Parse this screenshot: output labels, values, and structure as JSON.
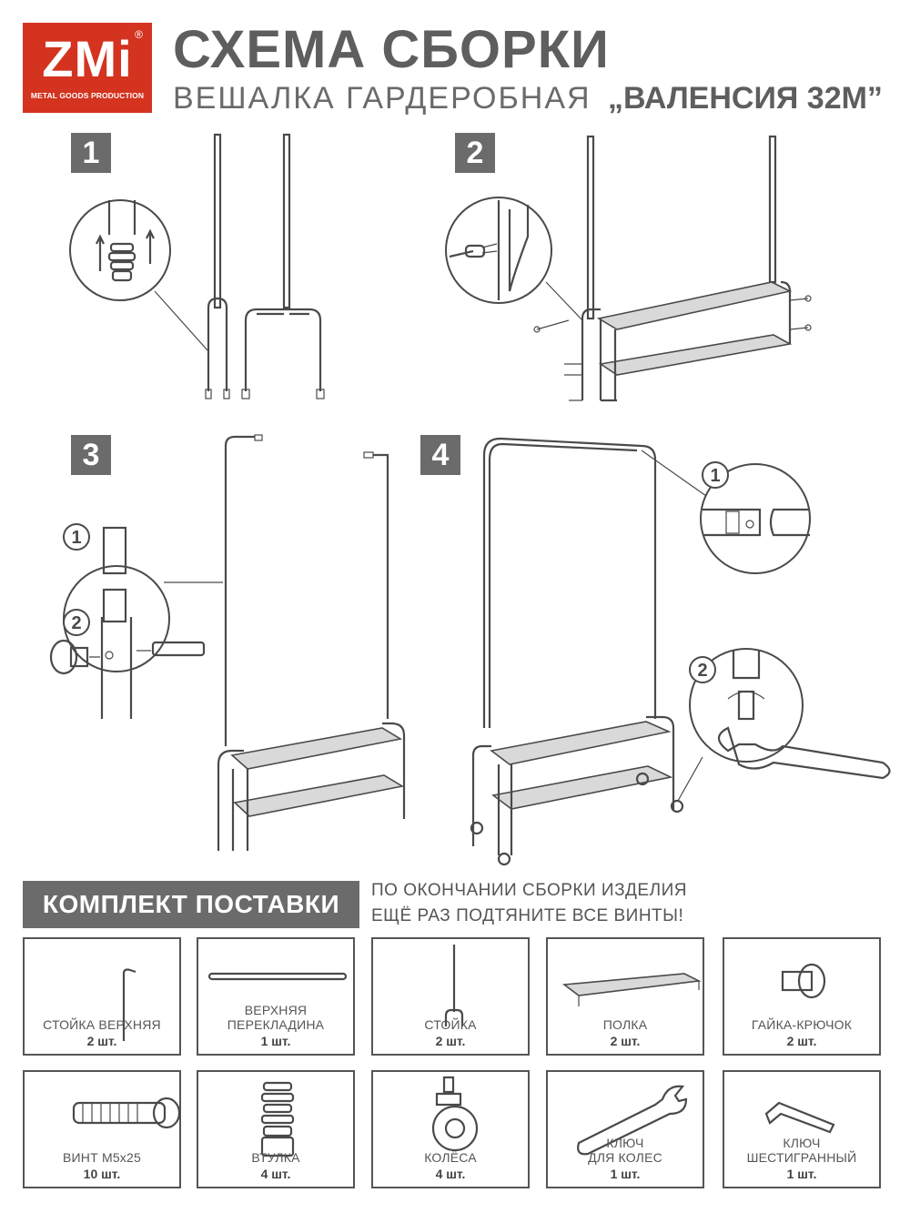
{
  "header": {
    "logo_text": "ZMi",
    "logo_reg": "®",
    "logo_subtext": "METAL GOODS PRODUCTION",
    "title": "СХЕМА СБОРКИ",
    "subtitle": "ВЕШАЛКА ГАРДЕРОБНАЯ",
    "model": "„ВАЛЕНСИЯ 32М”"
  },
  "steps": [
    {
      "number": "1",
      "callouts": []
    },
    {
      "number": "2",
      "callouts": []
    },
    {
      "number": "3",
      "callouts": [
        "1",
        "2"
      ]
    },
    {
      "number": "4",
      "callouts": [
        "1",
        "2"
      ]
    }
  ],
  "kit": {
    "title": "КОМПЛЕКТ ПОСТАВКИ",
    "note_line1": "ПО ОКОНЧАНИИ СБОРКИ ИЗДЕЛИЯ",
    "note_line2": "ЕЩЁ РАЗ ПОДТЯНИТЕ ВСЕ ВИНТЫ!",
    "items": [
      {
        "label": "СТОЙКА ВЕРХНЯЯ",
        "qty": "2 шт.",
        "icon": "upper-post-icon"
      },
      {
        "label": "ВЕРХНЯЯ\nПЕРЕКЛАДИНА",
        "qty": "1 шт.",
        "icon": "top-crossbar-icon"
      },
      {
        "label": "СТОЙКА",
        "qty": "2 шт.",
        "icon": "post-icon"
      },
      {
        "label": "ПОЛКА",
        "qty": "2 шт.",
        "icon": "shelf-icon"
      },
      {
        "label": "ГАЙКА-КРЮЧОК",
        "qty": "2 шт.",
        "icon": "hook-nut-icon"
      },
      {
        "label": "ВИНТ М5х25",
        "qty": "10 шт.",
        "icon": "screw-icon"
      },
      {
        "label": "ВТУЛКА",
        "qty": "4 шт.",
        "icon": "bushing-icon"
      },
      {
        "label": "КОЛЁСА",
        "qty": "4 шт.",
        "icon": "caster-wheel-icon"
      },
      {
        "label": "КЛЮЧ\nДЛЯ КОЛЕС",
        "qty": "1 шт.",
        "icon": "wrench-icon"
      },
      {
        "label": "КЛЮЧ\nШЕСТИГРАННЫЙ",
        "qty": "1 шт.",
        "icon": "hex-key-icon"
      }
    ]
  },
  "colors": {
    "brand": "#d3331f",
    "badge": "#6b6b6b",
    "line": "#4a4a4a",
    "text": "#555555"
  }
}
